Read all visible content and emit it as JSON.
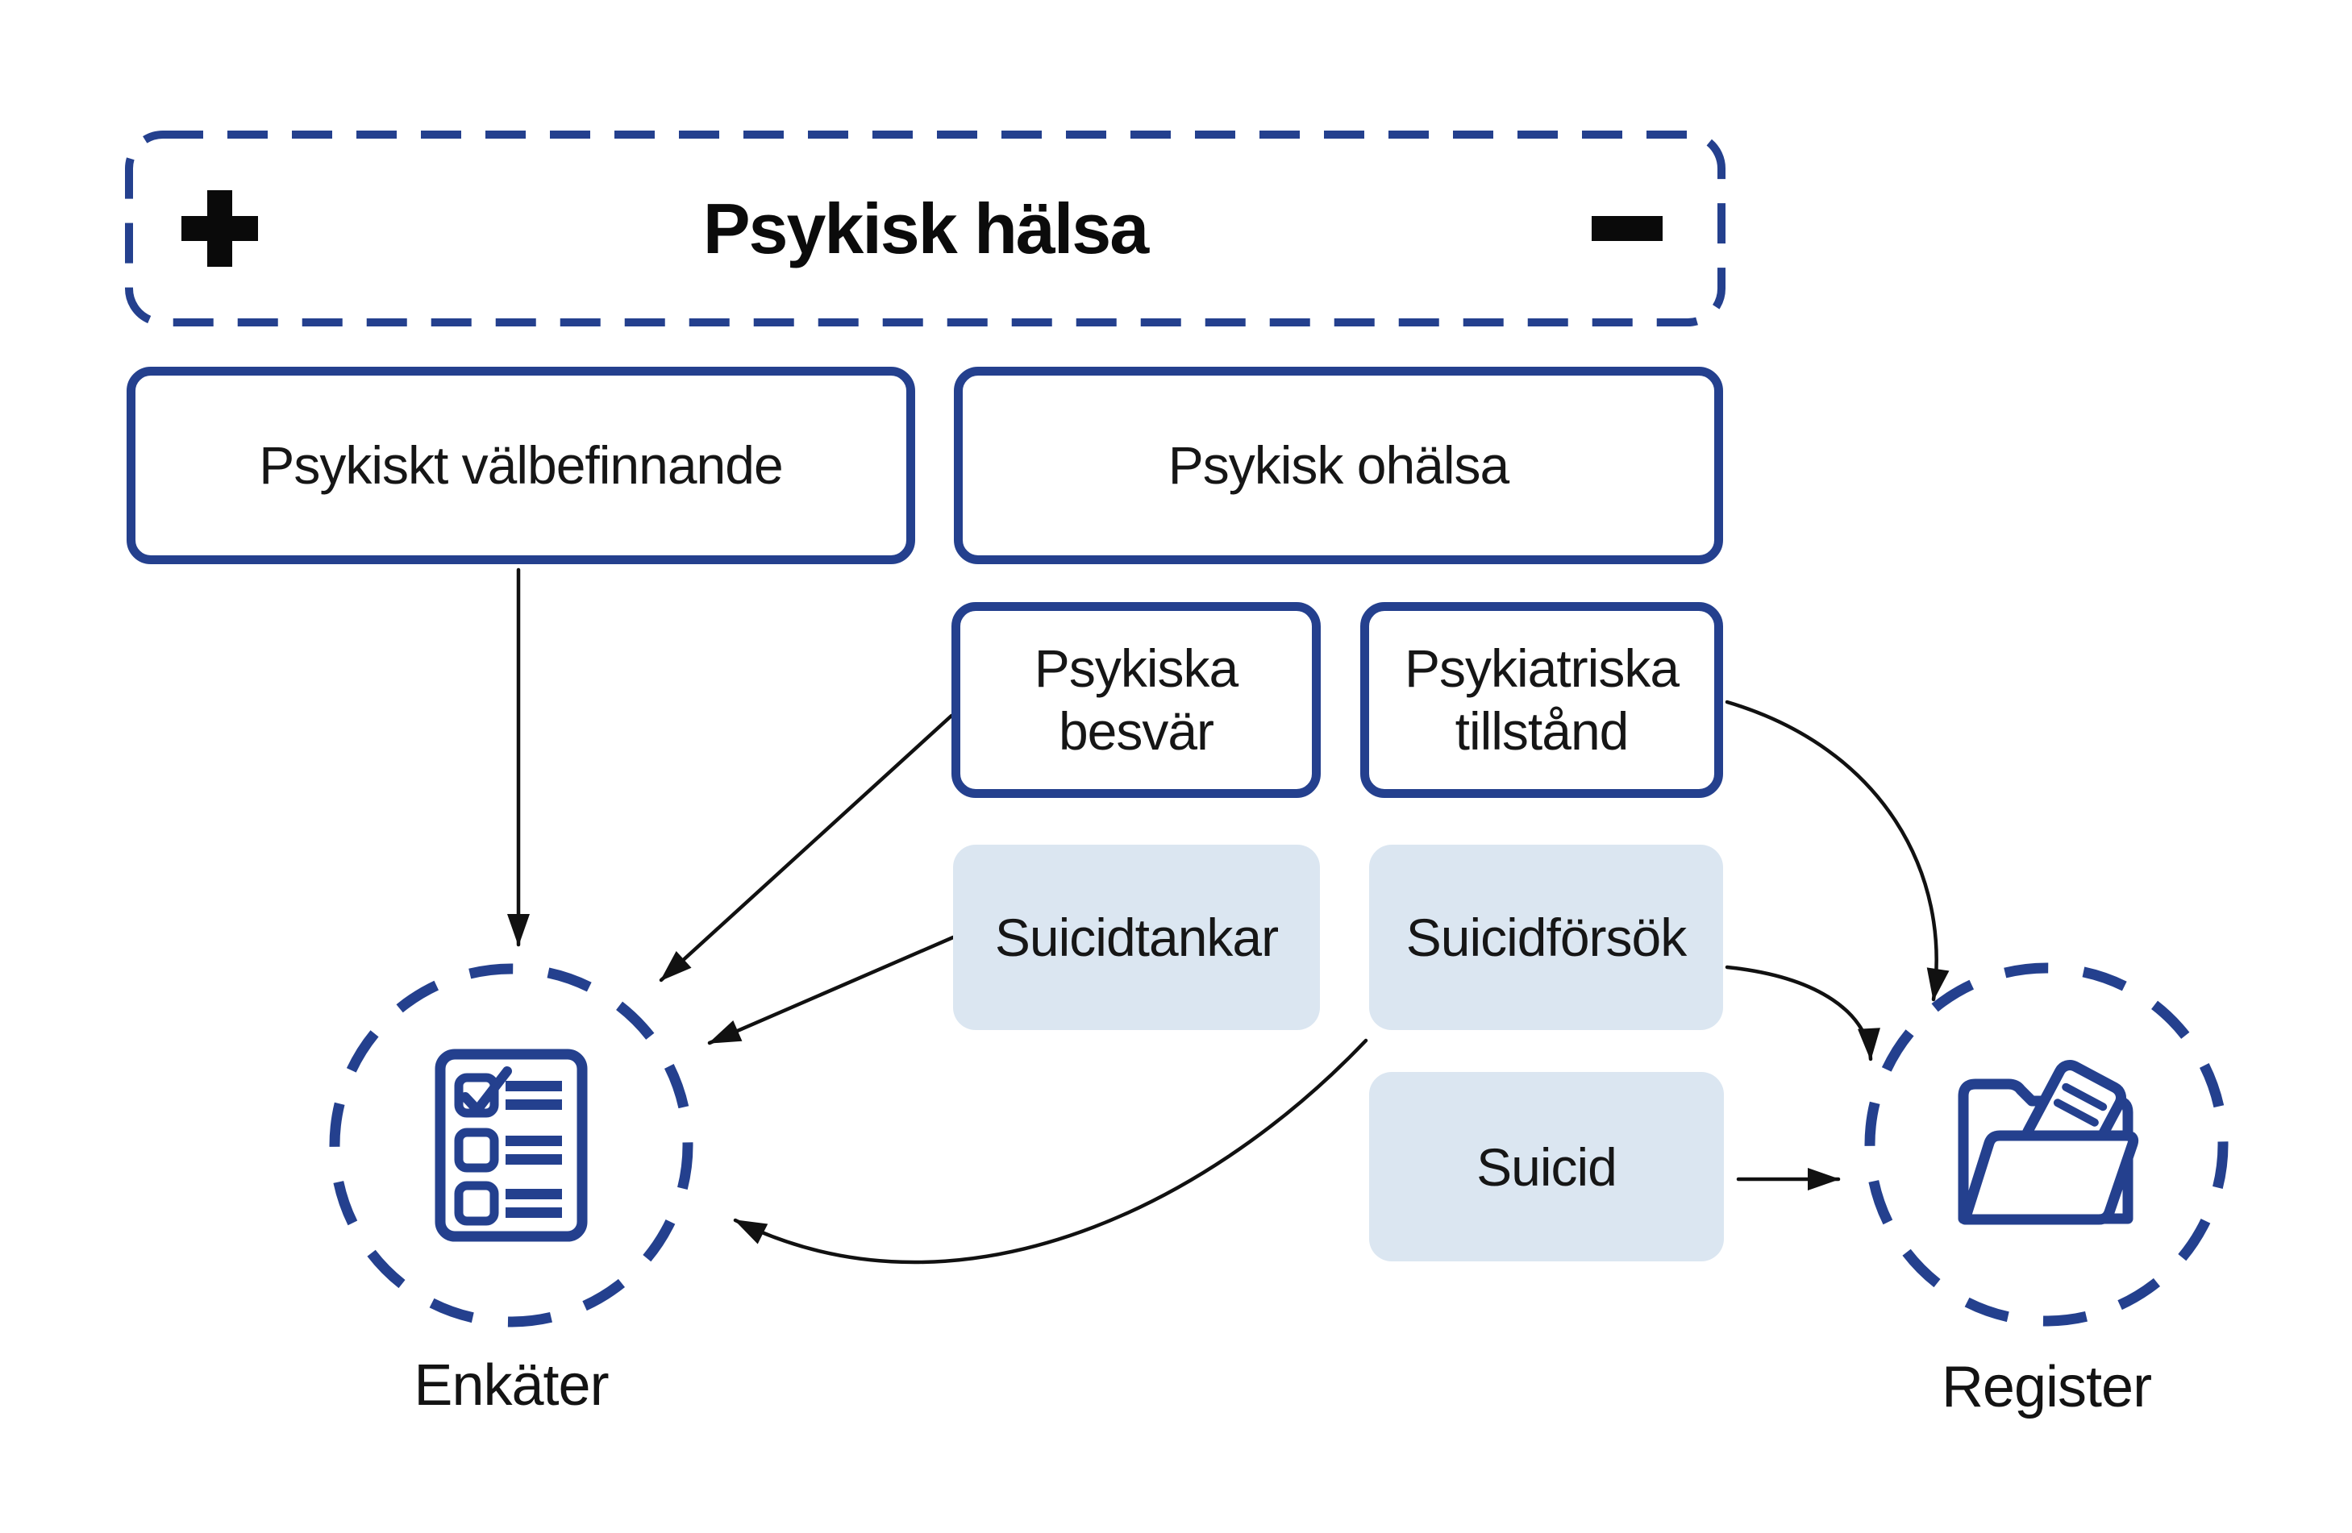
{
  "palette": {
    "navy": "#24408E",
    "light_blue": "#DBE6F1",
    "ink": "#111111",
    "background": "#FFFFFF"
  },
  "frame": {
    "title": "Psykisk hälsa",
    "left_icon": "plus-icon",
    "right_icon": "minus-icon"
  },
  "level2": {
    "valbefinnande": {
      "label": "Psykiskt välbefinnande"
    },
    "ohalsa": {
      "label": "Psykisk ohälsa"
    }
  },
  "level3": {
    "besvar": {
      "label": "Psykiska besvär"
    },
    "tillstand": {
      "label": "Psykiatriska tillstånd"
    }
  },
  "level4": {
    "suicidtankar": {
      "label": "Suicidtankar"
    },
    "suicidforsok": {
      "label": "Suicidförsök"
    },
    "suicid": {
      "label": "Suicid"
    }
  },
  "sources": {
    "enkater": {
      "label": "Enkäter",
      "icon": "survey-checklist-icon"
    },
    "register": {
      "label": "Register",
      "icon": "folder-documents-icon"
    }
  },
  "connections": [
    {
      "from": "Psykiskt välbefinnande",
      "to": "Enkäter"
    },
    {
      "from": "Psykiska besvär",
      "to": "Enkäter"
    },
    {
      "from": "Suicidtankar",
      "to": "Enkäter"
    },
    {
      "from": "Suicidförsök",
      "to": "Enkäter"
    },
    {
      "from": "Psykiatriska tillstånd",
      "to": "Register"
    },
    {
      "from": "Suicidförsök",
      "to": "Register"
    },
    {
      "from": "Suicid",
      "to": "Register"
    }
  ]
}
